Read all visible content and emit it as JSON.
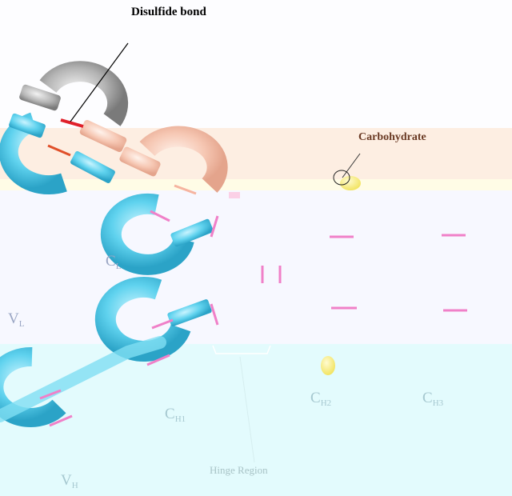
{
  "labels": {
    "disulfide_bond": "Disulfide bond",
    "carbohydrate": "Carbohydrate",
    "hinge_region": "Hinge Region",
    "cl": {
      "main": "C",
      "sub": "L"
    },
    "vl": {
      "main": "V",
      "sub": "L"
    },
    "ch1": {
      "main": "C",
      "sub": "H1"
    },
    "ch2": {
      "main": "C",
      "sub": "H2"
    },
    "ch3": {
      "main": "C",
      "sub": "H3"
    },
    "vh": {
      "main": "V",
      "sub": "H"
    }
  },
  "colors": {
    "light_chain": "#5fd2ee",
    "heavy_chain_gray": "#b4b4b4",
    "heavy_chain_peach": "#f6c7b3",
    "disulfide": "#e0202a",
    "interchain_bond": "#f080c8",
    "carbohydrate": "#f3e860",
    "peach_band": "#fdeee2",
    "cyan_band": "#e3fbfd"
  }
}
